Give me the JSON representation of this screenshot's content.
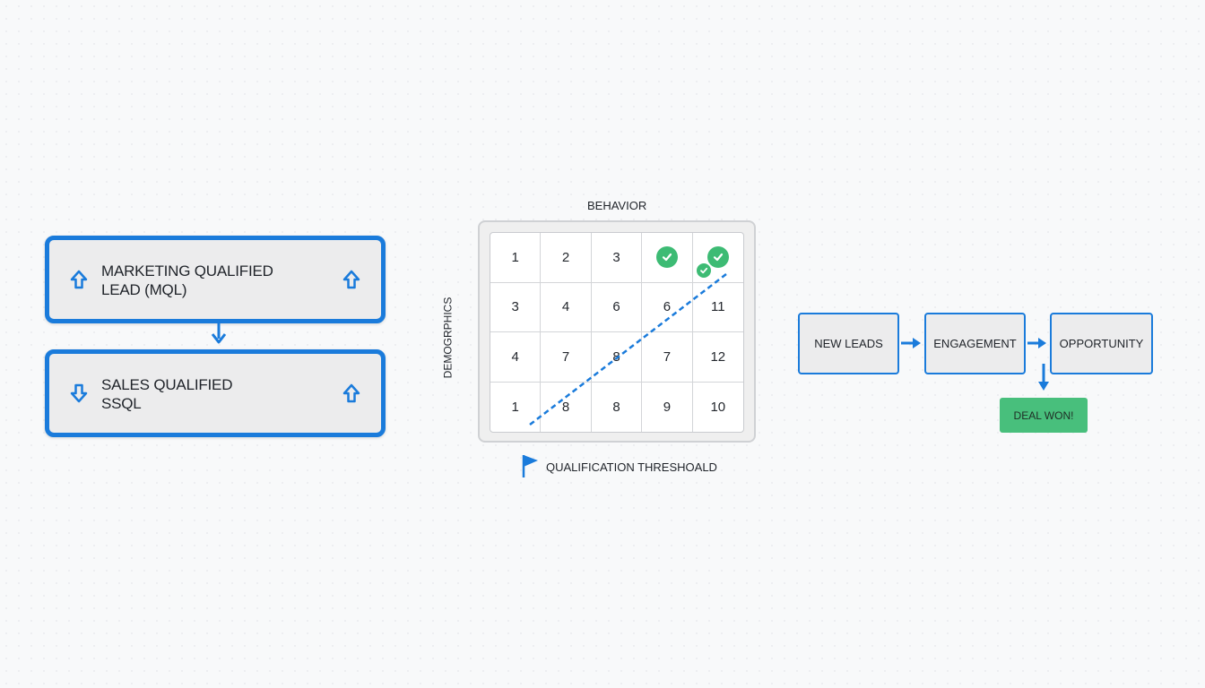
{
  "stages": {
    "mql": {
      "line1": "MARKETING QUALIFIED",
      "line2": "LEAD (MQL)",
      "left_icon": "arrow-up-outline-icon",
      "right_icon": "arrow-up-outline-icon"
    },
    "sql": {
      "line1": "SALES QUALIFIED",
      "line2": "SSQL",
      "left_icon": "arrow-down-outline-icon",
      "right_icon": "arrow-up-outline-icon"
    },
    "connector_icon": "arrow-down-icon"
  },
  "matrix": {
    "x_label": "BEHAVIOR",
    "y_label": "DEMOGRPHICS",
    "rows": [
      [
        "1",
        "2",
        "3",
        "",
        ""
      ],
      [
        "3",
        "4",
        "6",
        "6",
        "11"
      ],
      [
        "4",
        "7",
        "8",
        "7",
        "12"
      ],
      [
        "1",
        "8",
        "8",
        "9",
        "10"
      ]
    ],
    "checked_cells": [
      [
        0,
        3
      ],
      [
        0,
        4
      ]
    ],
    "threshold_label": "QUALIFICATION THRESHOALD",
    "threshold_icon": "flag-icon",
    "check_icon": "check-circle-icon"
  },
  "flow": {
    "steps": [
      "NEW LEADS",
      "ENGAGEMENT",
      "OPPORTUNITY"
    ],
    "outcome": "DEAL WON!",
    "arrow_icon": "arrow-right-icon"
  },
  "colors": {
    "accent": "#1a7bdb",
    "success": "#3dbb74",
    "card_bg": "#ececed"
  }
}
